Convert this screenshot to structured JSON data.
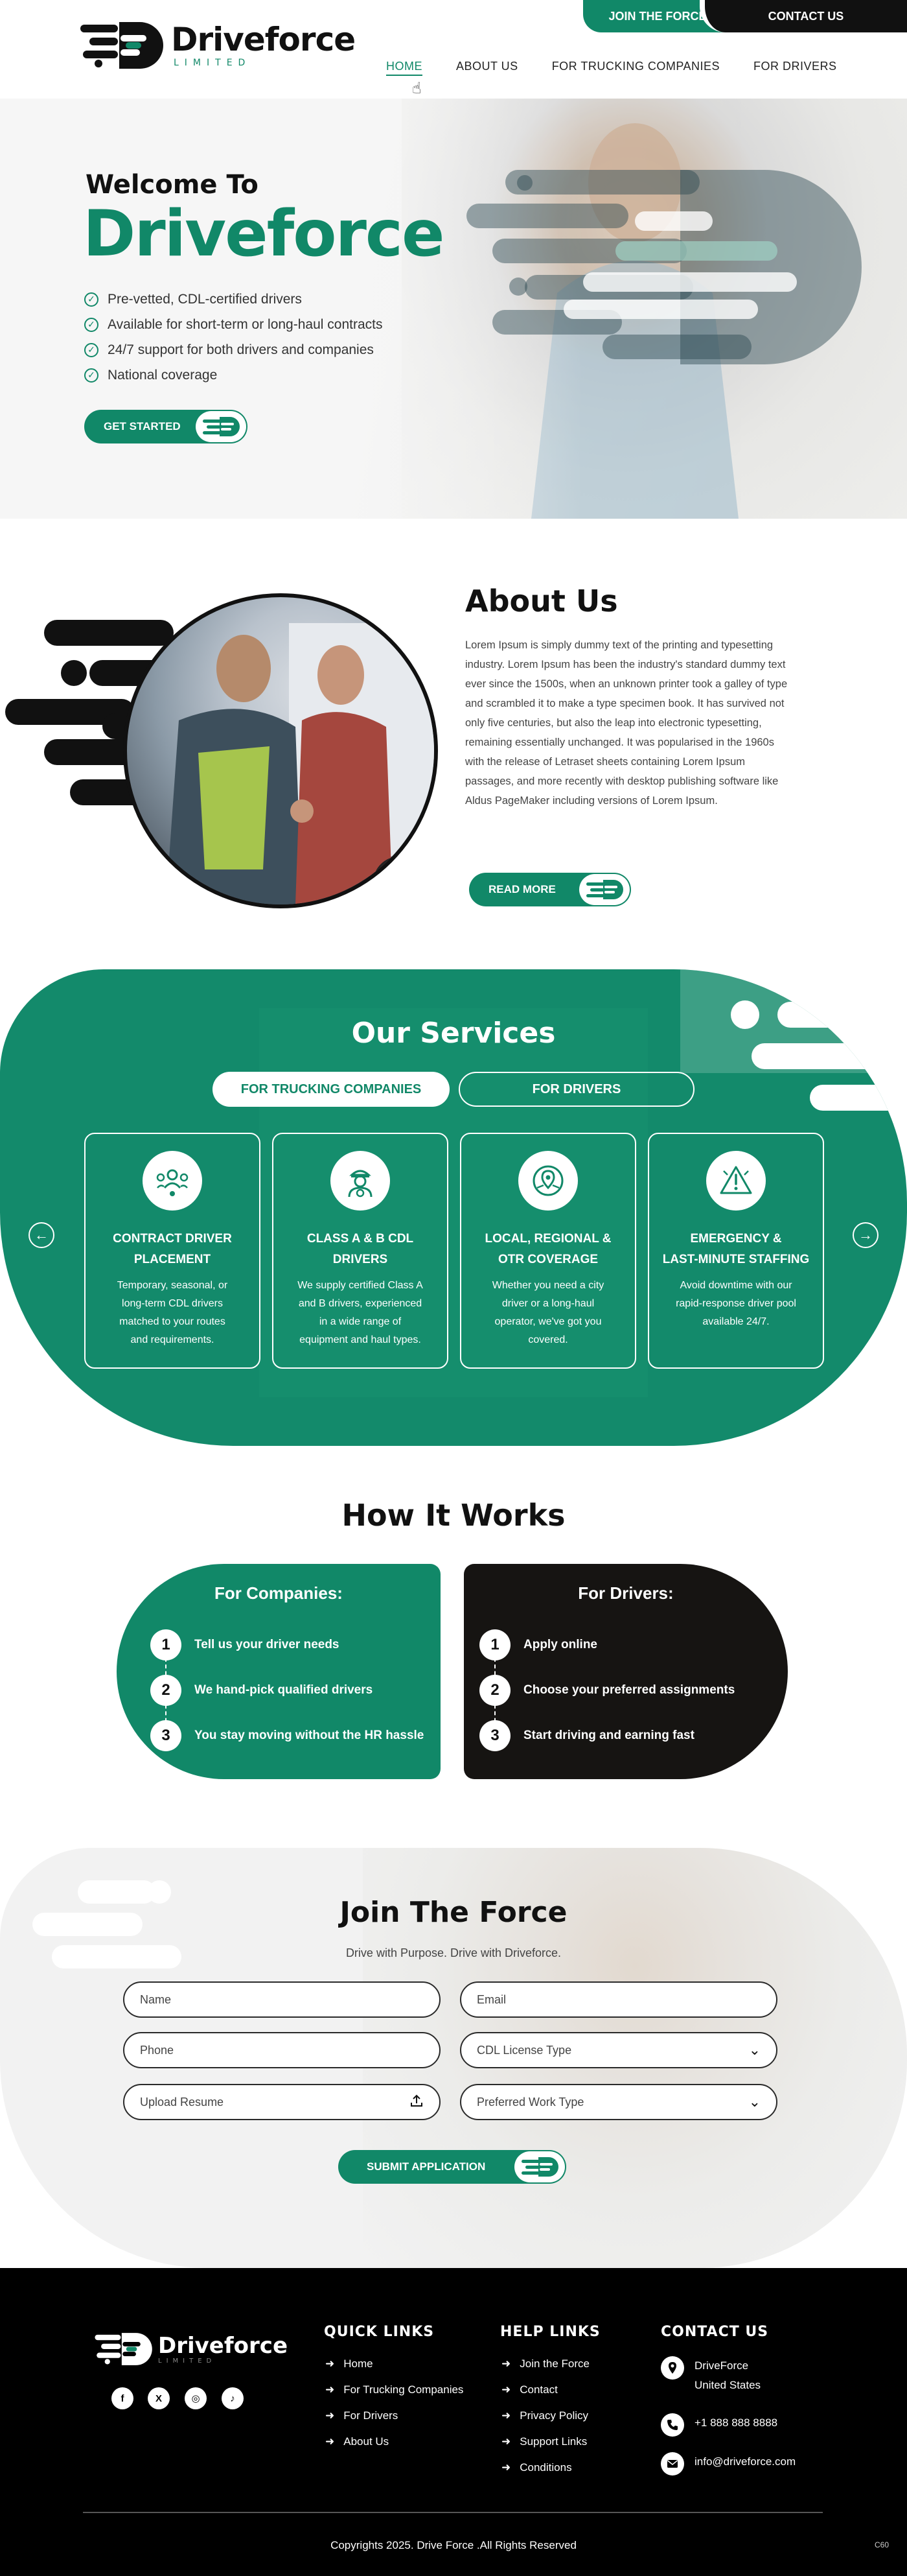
{
  "header": {
    "brand": "Driveforce",
    "brand_sub": "LIMITED",
    "join_label": "JOIN THE FORCE",
    "contact_label": "CONTACT US",
    "nav": [
      {
        "label": "HOME",
        "active": true
      },
      {
        "label": "ABOUT US",
        "active": false
      },
      {
        "label": "FOR TRUCKING COMPANIES",
        "active": false
      },
      {
        "label": "FOR DRIVERS",
        "active": false
      }
    ]
  },
  "hero": {
    "welcome": "Welcome To",
    "brand": "Driveforce",
    "bullets": [
      "Pre-vetted, CDL-certified drivers",
      "Available for short-term or long-haul contracts",
      "24/7 support for both drivers and companies",
      "National coverage"
    ],
    "cta_label": "GET STARTED"
  },
  "about": {
    "title": "About Us",
    "body": "Lorem Ipsum is simply dummy text of the printing and typesetting industry. Lorem Ipsum has been the industry's standard dummy text ever since the 1500s, when an unknown printer took a galley of type and scrambled it to make a type specimen book. It has survived not only five centuries, but also the leap into electronic typesetting, remaining essentially unchanged. It was popularised in the 1960s with the release of Letraset sheets containing Lorem Ipsum passages, and more recently with desktop publishing software like Aldus PageMaker including versions of Lorem Ipsum.",
    "cta_label": "READ MORE"
  },
  "services": {
    "title": "Our Services",
    "tabs": [
      {
        "label": "FOR TRUCKING COMPANIES",
        "active": true
      },
      {
        "label": "FOR DRIVERS",
        "active": false
      }
    ],
    "cards": [
      {
        "title_1": "CONTRACT DRIVER",
        "title_2": "PLACEMENT",
        "desc": [
          "Temporary, seasonal, or",
          "long-term CDL drivers",
          "matched to your routes",
          "and requirements."
        ],
        "icon": "people-network-icon"
      },
      {
        "title_1": "CLASS A & B CDL",
        "title_2": "DRIVERS",
        "desc": [
          "We supply certified Class A",
          "and B drivers, experienced",
          "in a wide range of",
          "equipment and haul types."
        ],
        "icon": "driver-icon"
      },
      {
        "title_1": "LOCAL, REGIONAL &",
        "title_2": "OTR COVERAGE",
        "desc": [
          "Whether you need a city",
          "driver or a long-haul",
          "operator, we've got you",
          "covered."
        ],
        "icon": "map-route-icon"
      },
      {
        "title_1": "EMERGENCY &",
        "title_2": "LAST-MINUTE STAFFING",
        "desc": [
          "Avoid downtime with our",
          "rapid-response driver pool",
          "available 24/7."
        ],
        "icon": "warning-icon"
      }
    ]
  },
  "how": {
    "title": "How It Works",
    "companies": {
      "heading": "For Companies:",
      "steps": [
        {
          "num": "1",
          "text": "Tell us your driver needs"
        },
        {
          "num": "2",
          "text": "We hand-pick qualified drivers"
        },
        {
          "num": "3",
          "text": "You stay moving without the HR hassle"
        }
      ]
    },
    "drivers": {
      "heading": "For Drivers:",
      "steps": [
        {
          "num": "1",
          "text": "Apply online"
        },
        {
          "num": "2",
          "text": "Choose your preferred assignments"
        },
        {
          "num": "3",
          "text": "Start driving and earning fast"
        }
      ]
    }
  },
  "join": {
    "title": "Join The Force",
    "subtitle": "Drive with Purpose. Drive with Driveforce.",
    "fields": {
      "name": "Name",
      "email": "Email",
      "phone": "Phone",
      "cdl": "CDL License Type",
      "resume": "Upload Resume",
      "work_type": "Preferred Work Type"
    },
    "submit_label": "SUBMIT APPLICATION"
  },
  "footer": {
    "brand": "Driveforce",
    "brand_sub": "LIMITED",
    "quick_title": "QUICK LINKS",
    "quick_links": [
      "Home",
      "For Trucking Companies",
      "For Drivers",
      "About Us"
    ],
    "help_title": "HELP LINKS",
    "help_links": [
      "Join the Force",
      "Contact",
      "Privacy Policy",
      "Support Links",
      "Conditions"
    ],
    "contact_title": "CONTACT US",
    "address_1": "DriveForce",
    "address_2": "United States",
    "phone": "+1 888 888 8888",
    "email": "info@driveforce.com",
    "social": [
      "f",
      "X",
      "◎",
      "♪"
    ],
    "copyright": "Copyrights 2025. Drive Force .All Rights Reserved",
    "badge": "C60"
  },
  "colors": {
    "accent": "#118868",
    "dark": "#111111",
    "footer_bg": "#000000"
  }
}
